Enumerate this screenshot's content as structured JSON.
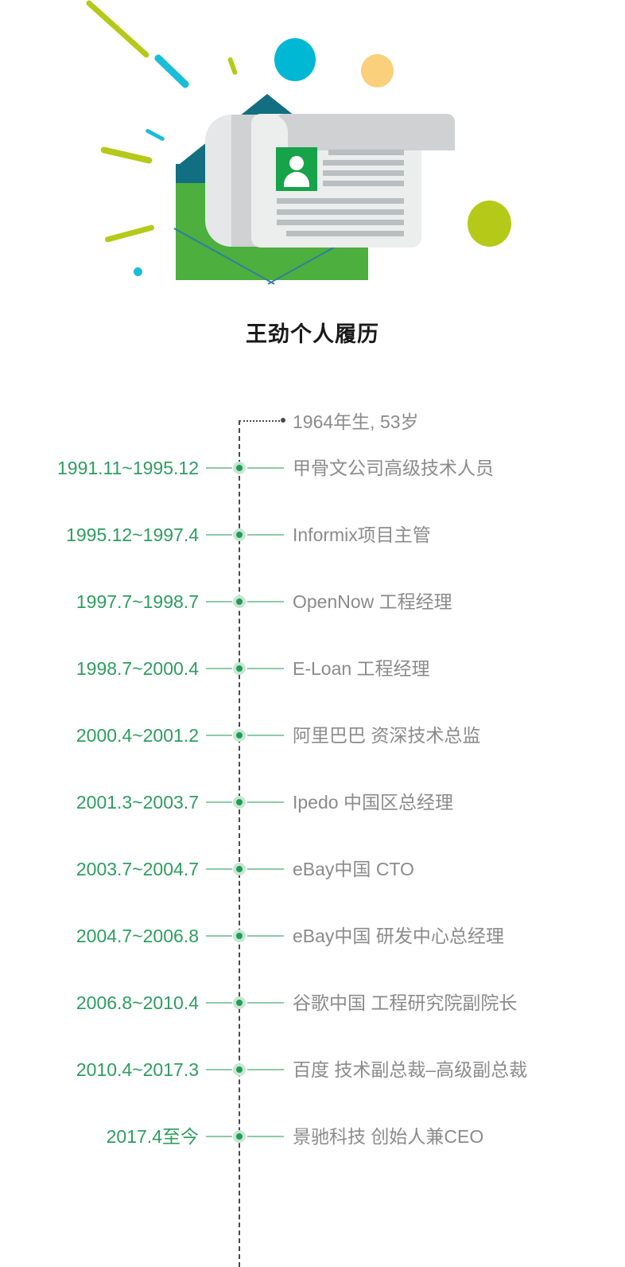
{
  "title": "王劲个人履历",
  "illustration": {
    "name": "resume-envelope-illustration",
    "colors": {
      "envelope_green": "#4caf3e",
      "envelope_teal": "#126e81",
      "paper_light": "#eceded",
      "paper_shade": "#cfd1d2",
      "photo_green": "#16a34a",
      "circle_cyan": "#00b8d4",
      "circle_amber": "#fbd07c",
      "circle_olive": "#b5ca18"
    }
  },
  "theme": {
    "date_green": "#2e9d5f",
    "label_gray": "#8b8b8b",
    "node_green": "#1f9d55",
    "node_halo": "#c7e6d3",
    "line_green": "#8fcaa7",
    "axis_gray": "#4a4a4a",
    "title_color": "#1a1a1a",
    "background": "#ffffff"
  },
  "timeline": {
    "birth": {
      "label": "1964年生, 53岁"
    },
    "rows": [
      {
        "date": "1991.11~1995.12",
        "label": "甲骨文公司高级技术人员"
      },
      {
        "date": "1995.12~1997.4",
        "label": "Informix项目主管"
      },
      {
        "date": "1997.7~1998.7",
        "label": "OpenNow 工程经理"
      },
      {
        "date": "1998.7~2000.4",
        "label": "E-Loan 工程经理"
      },
      {
        "date": "2000.4~2001.2",
        "label": "阿里巴巴  资深技术总监"
      },
      {
        "date": "2001.3~2003.7",
        "label": "Ipedo 中国区总经理"
      },
      {
        "date": "2003.7~2004.7",
        "label": "eBay中国 CTO"
      },
      {
        "date": "2004.7~2006.8",
        "label": "eBay中国 研发中心总经理"
      },
      {
        "date": "2006.8~2010.4",
        "label": "谷歌中国 工程研究院副院长"
      },
      {
        "date": "2010.4~2017.3",
        "label": "百度 技术副总裁–高级副总裁"
      },
      {
        "date": "2017.4至今",
        "label": "景驰科技 创始人兼CEO"
      }
    ]
  }
}
